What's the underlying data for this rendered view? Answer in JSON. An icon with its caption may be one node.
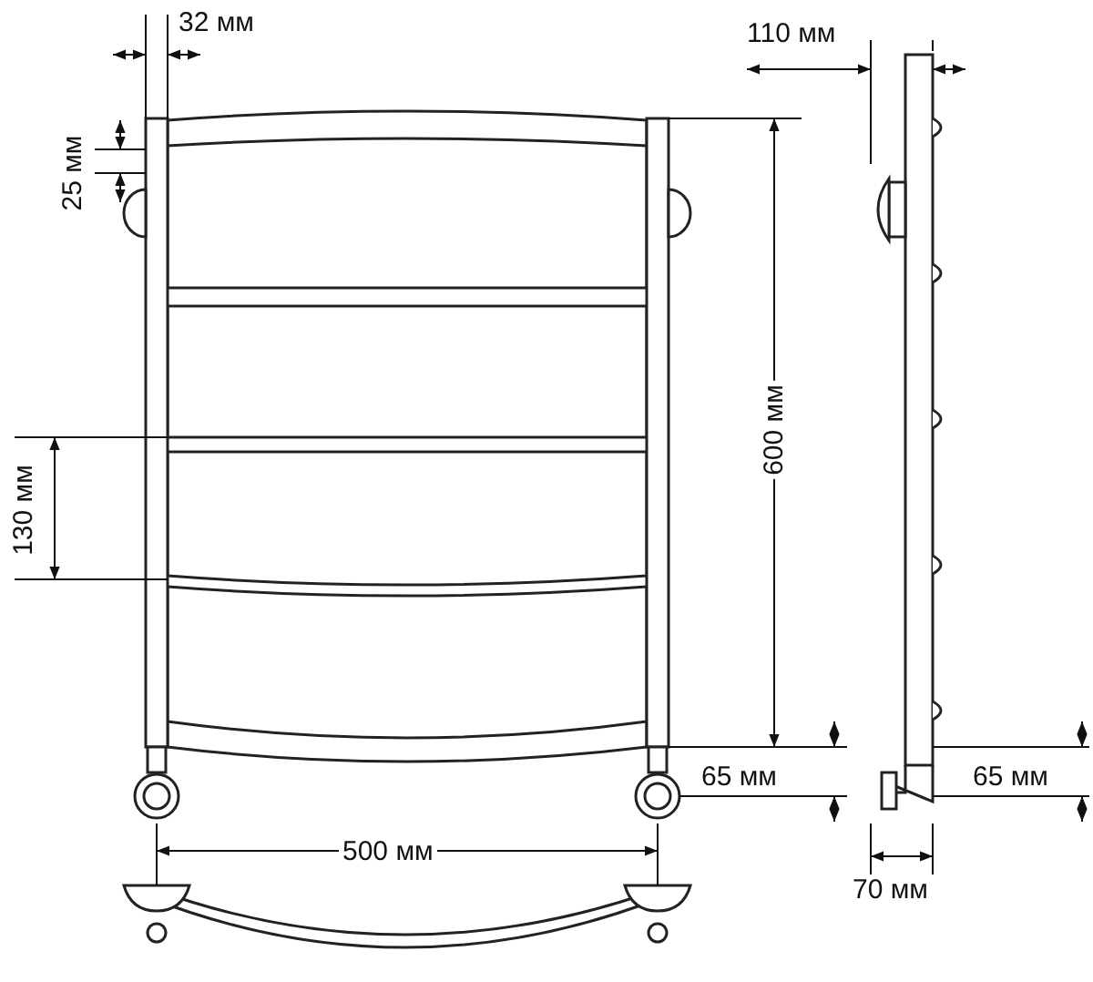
{
  "diagram": {
    "labels": [
      "32 мм",
      "110 мм",
      "25 мм",
      "600 мм",
      "130 мм",
      "65 мм",
      "65 мм",
      "500 мм",
      "70 мм"
    ]
  }
}
